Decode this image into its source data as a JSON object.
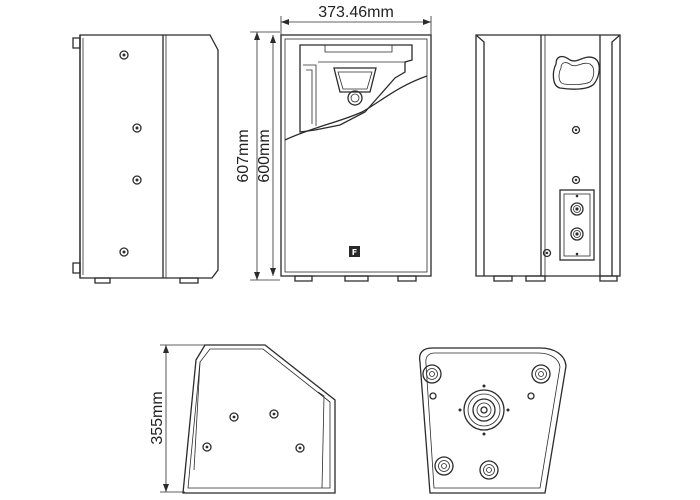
{
  "dimensions": {
    "width": "373.46mm",
    "height_overall": "607mm",
    "height_body": "600mm",
    "depth": "355mm"
  },
  "logo": {
    "mark": "F"
  },
  "colors": {
    "line": "#2b2b2b",
    "background": "#ffffff"
  }
}
